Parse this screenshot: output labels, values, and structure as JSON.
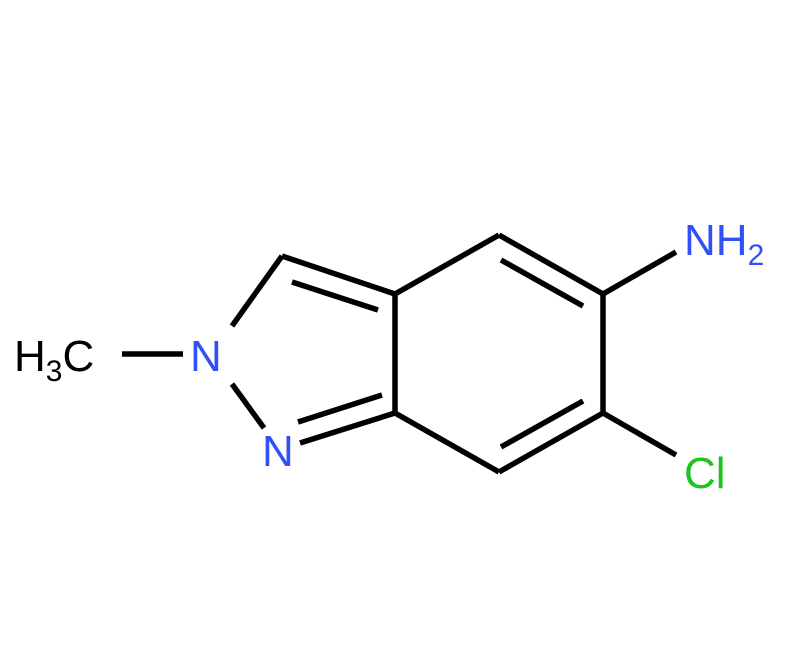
{
  "molecule": {
    "labels": {
      "methyl": {
        "main": "H",
        "sub": "3",
        "tail": "C"
      },
      "n1": {
        "text": "N"
      },
      "n2": {
        "text": "N"
      },
      "amine": {
        "main": "NH",
        "sub": "2"
      },
      "chloro": {
        "text": "Cl"
      }
    }
  },
  "colors": {
    "carbon": "#000000",
    "nitrogen": "#3050F8",
    "chlorine": "#1FC31F"
  }
}
